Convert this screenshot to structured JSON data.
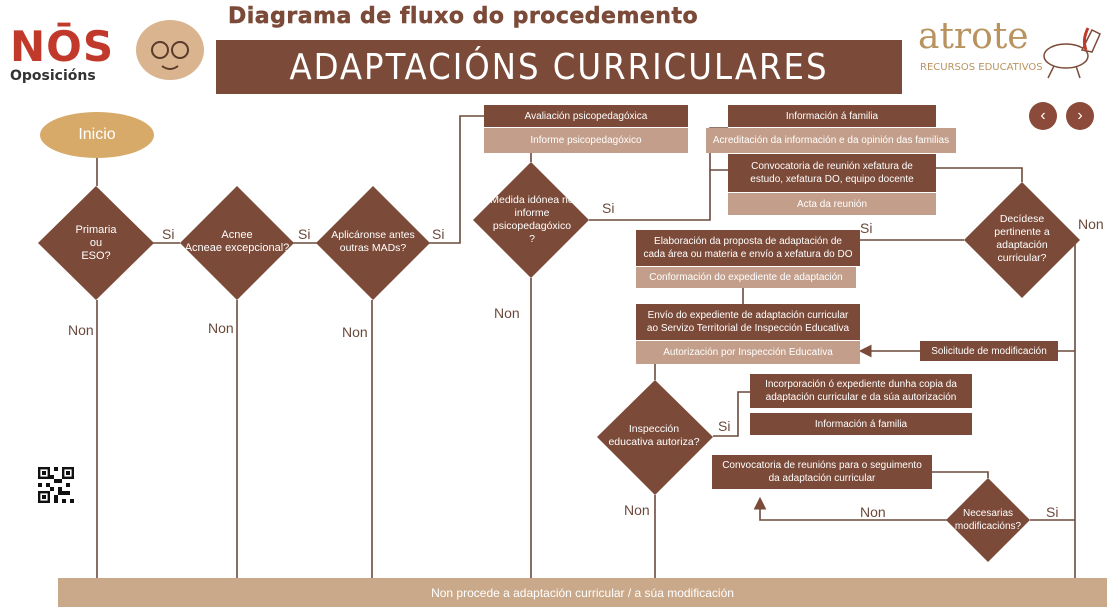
{
  "header": {
    "title": "Diagrama de fluxo do procedemento",
    "subtitle": "ADAPTACIÓNS CURRICULARES",
    "logo_left": "NŌS",
    "logo_left_sub": "Oposicións",
    "logo_right": "atrote",
    "logo_right_sub": "RECURSOS EDUCATIVOS"
  },
  "nav": {
    "prev": "‹",
    "next": "›"
  },
  "start": "Inicio",
  "decisions": {
    "primaria": "Primaria\nou\nESO?",
    "acnee": "Acnee\nAcneae excepcional?",
    "mads": "Aplicáronse antes\noutras MADs?",
    "medida": "Medida idónea no\ninforme\npsicopedagóxico\n?",
    "decidese": "Decídese\npertinente a\nadaptación\ncurricular?",
    "inspeccion": "Inspección\neducativa autoriza?",
    "necesarias": "Necesarias\nmodificacións?"
  },
  "boxes": {
    "avaliacion": "Avaliación psicopedagóxica",
    "informe": "Informe psicopedagóxico",
    "info_familia_1": "Información á familia",
    "acreditacion": "Acreditación da información e da opinión das familias",
    "convocatoria_reunion": "Convocatoria de reunión xefatura de\nestudo, xefatura DO, equipo docente",
    "acta": "Acta da reunión",
    "elaboracion": "Elaboración da proposta de adaptación de\ncada área ou materia e envío a xefatura do DO",
    "conformacion": "Conformación do expediente de adaptación",
    "envio": "Envío do expediente de adaptación curricular\nao Servizo Territorial de Inspección Educativa",
    "autorizacion": "Autorización por Inspección Educativa",
    "solicitude": "Solicitude de modificación",
    "incorporacion": "Incorporación ó expediente dunha copia da\nadaptación curricular e da súa autorización",
    "info_familia_2": "Información á familia",
    "convocatoria_reunions": "Convocatoria de reunións para o seguimento\nda adaptación curricular"
  },
  "labels": {
    "si": "Si",
    "non": "Non"
  },
  "footer": "Non procede a adaptación curricular / a súa modificación",
  "colors": {
    "brown": "#7b4a38",
    "light": "#c39e8a",
    "start": "#d7aa6a",
    "footer": "#c9a98a"
  }
}
